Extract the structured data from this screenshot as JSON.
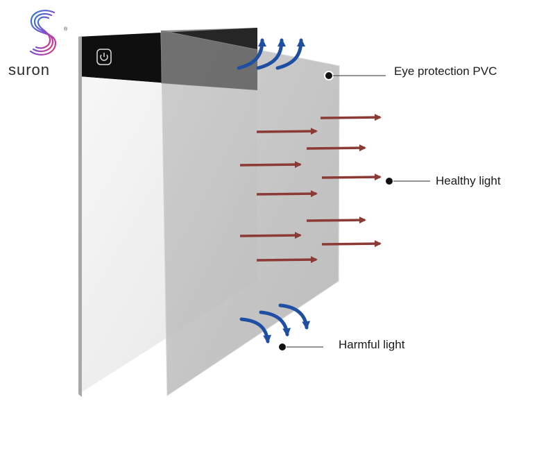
{
  "brand": {
    "name": "suron",
    "registered_mark": "®"
  },
  "labels": {
    "pvc": "Eye protection PVC",
    "healthy": "Healthy light",
    "harmful": "Harmful light"
  },
  "colors": {
    "healthy_arrow": "#8b3a35",
    "harmful_arrow": "#1f4fa3",
    "pvc_sheet": "#bdbdbd",
    "pad_surface": "#f1f1f1",
    "pad_header": "#0f0f0f",
    "logo_blue": "#2b7fd1",
    "logo_pink": "#e0357f"
  },
  "icons": {
    "power": "power-icon"
  }
}
